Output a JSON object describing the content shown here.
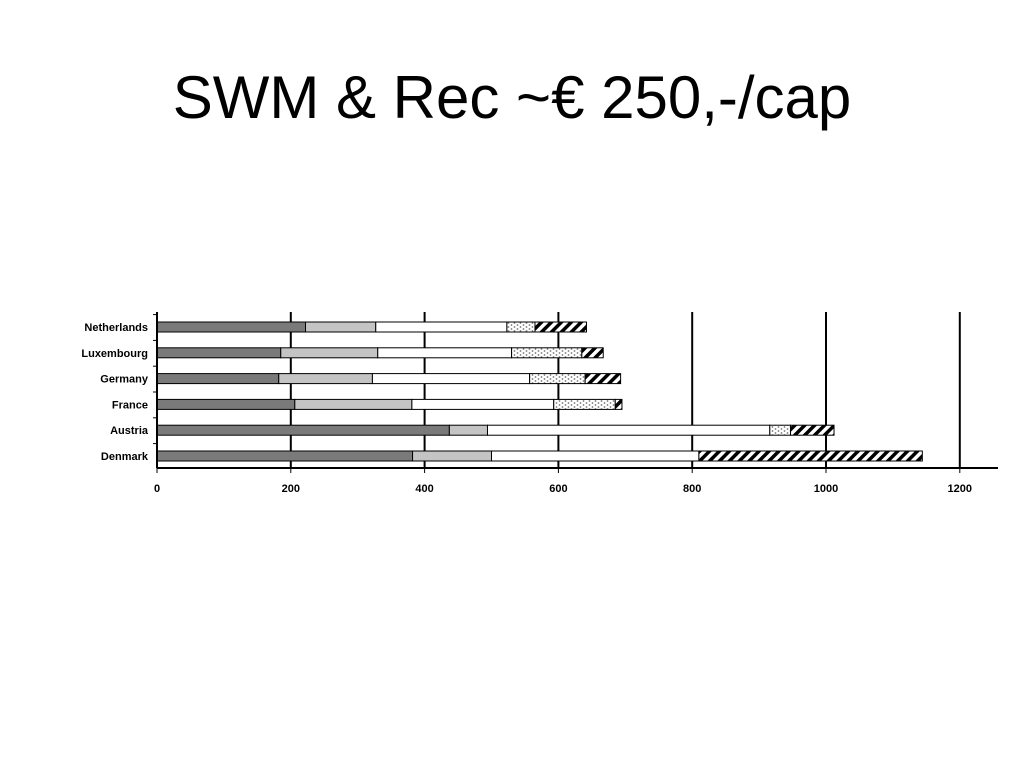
{
  "slide": {
    "title": "SWM & Rec ~€ 250,-/cap"
  },
  "colors": {
    "background": "#ffffff",
    "segment_1": "#7a7a7a",
    "segment_2": "#c4c4c4",
    "segment_3": "#ffffff",
    "segment_4": "#ffffff",
    "segment_5": "#000000",
    "gridline": "#000000"
  },
  "chart_data": {
    "type": "bar",
    "orientation": "horizontal",
    "stacked": true,
    "title": "",
    "xlabel": "",
    "ylabel": "",
    "xlim": [
      0,
      1200
    ],
    "x_ticks": [
      0,
      200,
      400,
      600,
      800,
      1000,
      1200
    ],
    "categories": [
      "Netherlands",
      "Luxembourg",
      "Germany",
      "France",
      "Austria",
      "Denmark"
    ],
    "series": [
      {
        "fill": "solid-dark-gray",
        "values": [
          222,
          185,
          182,
          206,
          437,
          382
        ]
      },
      {
        "fill": "solid-light-gray",
        "values": [
          105,
          145,
          140,
          175,
          57,
          118
        ]
      },
      {
        "fill": "white",
        "values": [
          196,
          200,
          235,
          212,
          422,
          310
        ]
      },
      {
        "fill": "dotted",
        "values": [
          42,
          105,
          83,
          92,
          31,
          0
        ]
      },
      {
        "fill": "diagonal-hatch",
        "values": [
          77,
          32,
          53,
          10,
          65,
          334
        ]
      }
    ],
    "gridlines": "vertical-major",
    "legend": "none"
  }
}
